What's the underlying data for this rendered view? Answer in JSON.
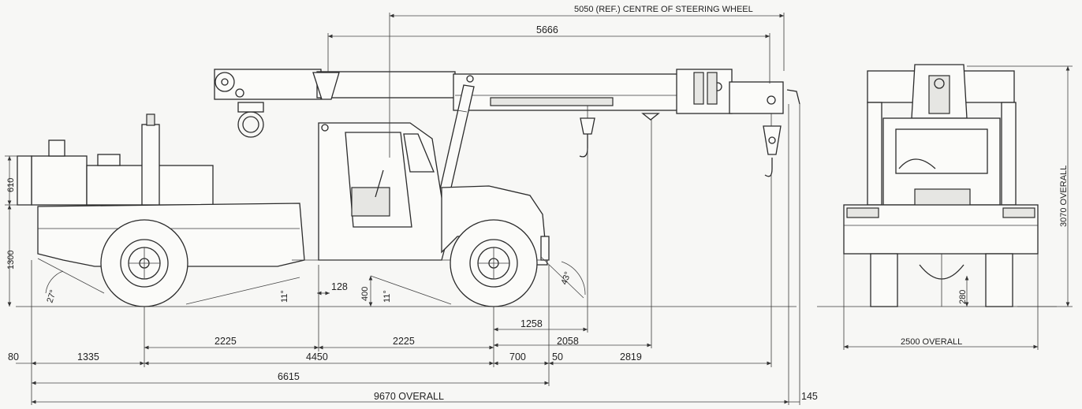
{
  "dimensions": {
    "steering_wheel_ref": "5050 (REF.) CENTRE OF STEERING WHEEL",
    "boom_length": "5666",
    "height_upper": "610",
    "height_lower": "1300",
    "overall_height": "3070 OVERALL",
    "overall_width": "2500 OVERALL",
    "ground_clearance_front": "280",
    "hitch_offset": "128",
    "hitch_height": "400",
    "approach_angle": "27°",
    "ramp_angle_left": "11°",
    "ramp_angle_right": "11°",
    "departure_angle": "43°",
    "rear_axle_to_centre": "2225",
    "centre_to_front_axle": "2225",
    "axle_spacing": "4450",
    "hook_front_1": "1258",
    "hook_front_2": "2058",
    "hook_front_3": "2819",
    "rear_overhang_1": "80",
    "rear_overhang_2": "1335",
    "front_overhang": "700",
    "front_offset": "50",
    "chassis_length": "6615",
    "overall_length": "9670 OVERALL",
    "tip_offset": "145"
  }
}
